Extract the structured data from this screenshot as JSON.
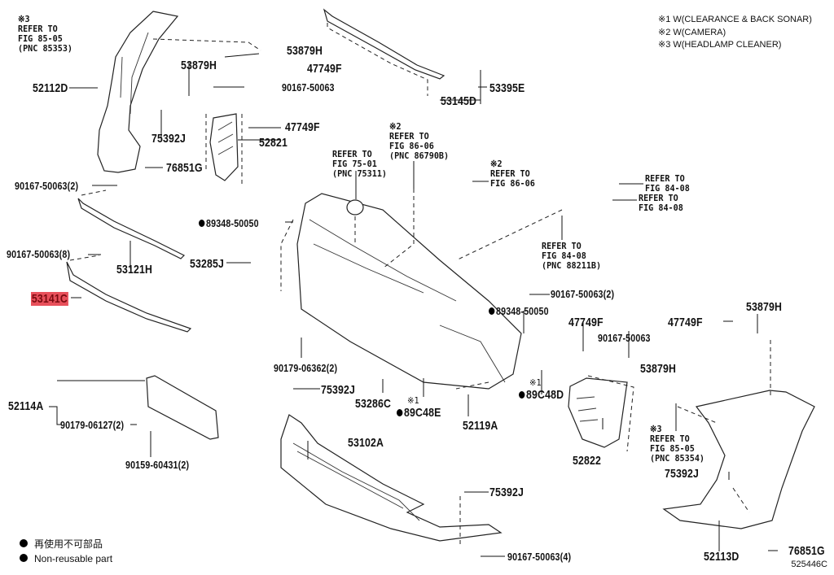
{
  "notes": [
    "※1 W(CLEARANCE & BACK SONAR)",
    "※2 W(CAMERA)",
    "※3 W(HEADLAMP CLEANER)"
  ],
  "labels": {
    "ref_85_05_a": "※3\nREFER TO\nFIG 85-05\n(PNC 85353)",
    "p_52112D": "52112D",
    "p_75392J_a": "75392J",
    "p_76851G_a": "76851G",
    "p_53879H_a": "53879H",
    "p_53879H_b": "53879H",
    "p_47749F_a": "47749F",
    "p_90167_50063_a": "90167-50063",
    "p_47749F_b": "47749F",
    "p_52821": "52821",
    "p_53395E": "53395E",
    "p_53145D": "53145D",
    "ref_86_06_a": "※2\nREFER TO\nFIG 86-06\n(PNC 86790B)",
    "ref_75_01": "REFER TO\nFIG 75-01\n(PNC 75311)",
    "ref_86_06_b": "※2\nREFER TO\nFIG 86-06",
    "ref_84_08_a": "REFER TO\nFIG 84-08",
    "ref_84_08_b": "REFER TO\nFIG 84-08",
    "ref_84_08_c": "REFER TO\nFIG 84-08\n(PNC 88211B)",
    "p_90167_50063_2a": "90167-50063(2)",
    "p_89348_50050_a": "89348-50050",
    "p_90167_50063_8": "90167-50063(8)",
    "p_53121H": "53121H",
    "p_53285J": "53285J",
    "p_53141C": "53141C",
    "p_90167_50063_2b": "90167-50063(2)",
    "p_89348_50050_b": "89348-50050",
    "p_47749F_c": "47749F",
    "p_90167_50063_b": "90167-50063",
    "p_47749F_d": "47749F",
    "p_53879H_c": "53879H",
    "p_53879H_d": "53879H",
    "p_90179_06362": "90179-06362(2)",
    "p_75392J_b": "75392J",
    "p_53286C": "53286C",
    "p_89C48E_note": "※1",
    "p_89C48E": "89C48E",
    "p_52119A": "52119A",
    "p_89C48D_note": "※1",
    "p_89C48D": "89C48D",
    "p_52822": "52822",
    "ref_85_05_b": "※3\nREFER TO\nFIG 85-05\n(PNC 85354)",
    "p_75392J_c": "75392J",
    "p_52114A": "52114A",
    "p_90179_06127": "90179-06127(2)",
    "p_90159_60431": "90159-60431(2)",
    "p_53102A": "53102A",
    "p_75392J_d": "75392J",
    "p_90167_50063_4": "90167-50063(4)",
    "p_52113D": "52113D",
    "p_76851G_b": "76851G"
  },
  "highlight": {
    "part": "53141C",
    "color": "#e8505b"
  },
  "legend": {
    "jp": "再使用不可部品",
    "en": "Non-reusable part",
    "symbol": "filled-circle"
  },
  "figure_code": "525446C"
}
